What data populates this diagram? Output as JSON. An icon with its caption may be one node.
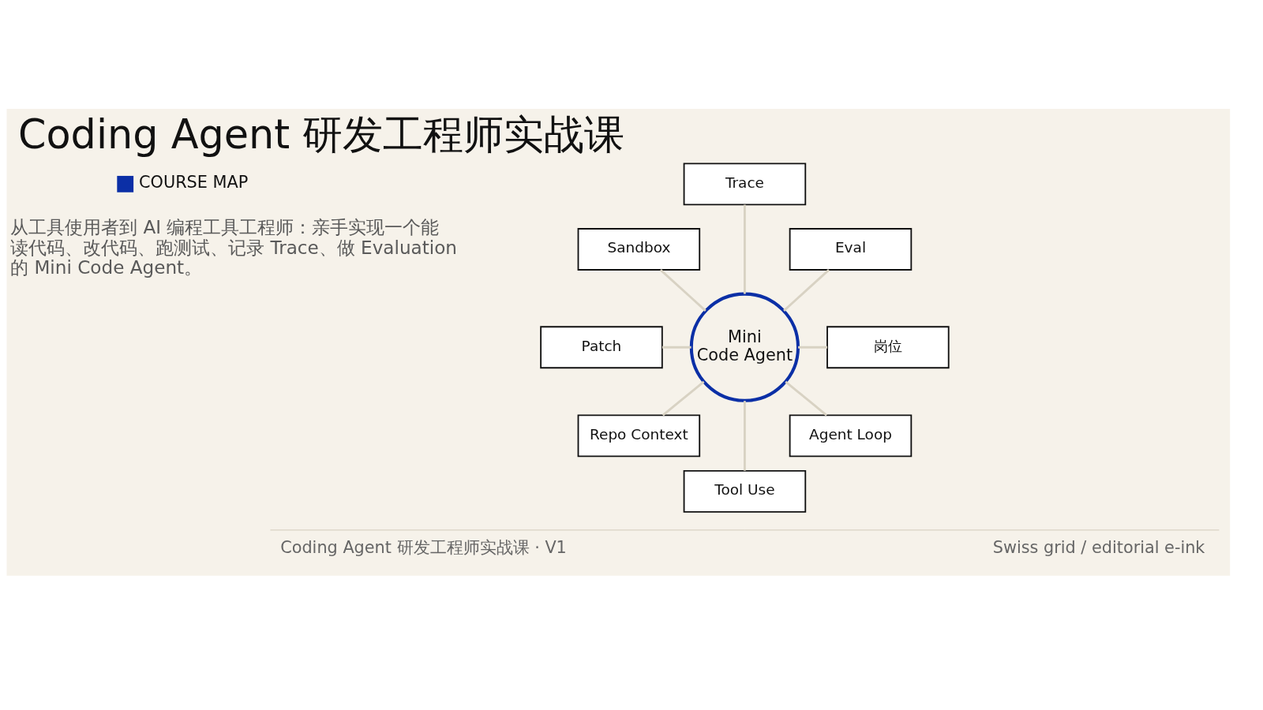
{
  "diagram": {
    "title": "Coding Agent 研发工程师实战课",
    "nodes": [
      {
        "text": [
          "Trace"
        ]
      },
      {
        "text": [
          "Sandbox"
        ]
      },
      {
        "text": [
          "Eval"
        ]
      },
      {
        "text": [
          "Patch"
        ]
      },
      {
        "text": [
          "Mini Code Agent"
        ]
      },
      {
        "text": [
          "岗位"
        ]
      },
      {
        "text": [
          "Repo Context"
        ]
      },
      {
        "text": [
          "Agent Loop"
        ]
      },
      {
        "text": [
          "Tool Use"
        ]
      }
    ],
    "edges": [
      {
        "from": 1,
        "to": 4,
        "arrow": "none"
      },
      {
        "from": 0,
        "to": 4,
        "arrow": "none"
      },
      {
        "from": 2,
        "to": 4,
        "arrow": "none"
      },
      {
        "from": 3,
        "to": 4,
        "arrow": "none"
      },
      {
        "from": 4,
        "to": 5,
        "arrow": "none"
      },
      {
        "from": 4,
        "to": 6,
        "arrow": "none"
      },
      {
        "from": 4,
        "to": 8,
        "arrow": "none"
      },
      {
        "from": 4,
        "to": 7,
        "arrow": "none"
      }
    ],
    "labels": [
      "COURSE MAP",
      "从工具使用者到 AI 编程工具工程师：亲手实现一个能读代码、改代码、跑测试、记录 Trace、做 Evaluation 的 Mini Code Agent。",
      "Coding Agent 研发工程师实战课 · V1",
      "Swiss grid / editorial e-ink"
    ]
  }
}
